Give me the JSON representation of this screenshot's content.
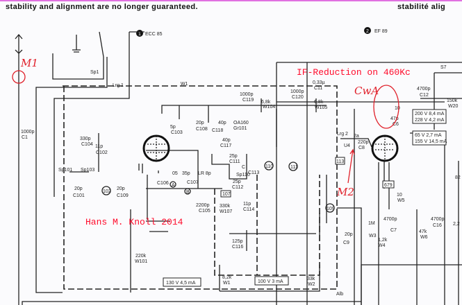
{
  "header": {
    "notice": "stability and alignment are no longer guaranteed.",
    "notice_right": "stabilité alig"
  },
  "tubes": [
    {
      "number": "1",
      "type": "ECC 85"
    },
    {
      "number": "2",
      "type": "EF 89"
    }
  ],
  "annotations": {
    "m1": "M1",
    "m2": "M2",
    "cwa": "CwA",
    "if_reduction": "IF-Reduction on 460Kc",
    "credit": "Hans M. Knoll 2014"
  },
  "supply_boxes": [
    "130 V 4,5 mA",
    "100 V 3 mA",
    "200 V 8,4 mA",
    "228 V 4,2 mA",
    "65 V 2,7 mA",
    "155 V 14,5 mA"
  ],
  "components": [
    "1000p",
    "C1",
    "Sp1",
    "Lrg 1",
    "W1",
    "1000p",
    "C119",
    "6,8k",
    "W104",
    "1000p",
    "C120",
    "6,8k",
    "W105",
    "0,33µ",
    "C11",
    "S7",
    "4700p",
    "C12",
    "150k",
    "W20",
    "10",
    "47p",
    "C6",
    "5p",
    "C103",
    "20p",
    "C108",
    "40p",
    "C118",
    "OA160",
    "Gr101",
    "40p",
    "C117",
    "330p",
    "C104",
    "11p",
    "C102",
    "Sp101",
    "Sp103",
    "20p",
    "C101",
    "102",
    "20p",
    "C109",
    "05",
    "35p",
    "C106",
    "A",
    "C107",
    "B",
    "LR 8p",
    "25p",
    "C111",
    "Sp110",
    "25p",
    "C112",
    "107",
    "2200p",
    "C105",
    "330k",
    "W107",
    "11p",
    "C114",
    "125p",
    "C116",
    "Lrg 2",
    "2a",
    "220p",
    "C8",
    "U4",
    "113",
    "109",
    "20p",
    "C9",
    "220k",
    "W101",
    "8,2k",
    "W1",
    "33k",
    "W2",
    "Alb",
    "1M",
    "W3",
    "4700p",
    "C7",
    "1,2k",
    "W4",
    "47k",
    "W6",
    "4700p",
    "C16",
    "2,2",
    "82",
    "10",
    "W5",
    "679",
    "C",
    "110",
    "111",
    "C113"
  ],
  "colors": {
    "ink": "#222222",
    "annotation_red": "#e0102a",
    "highlight_border": "#e070e0"
  }
}
